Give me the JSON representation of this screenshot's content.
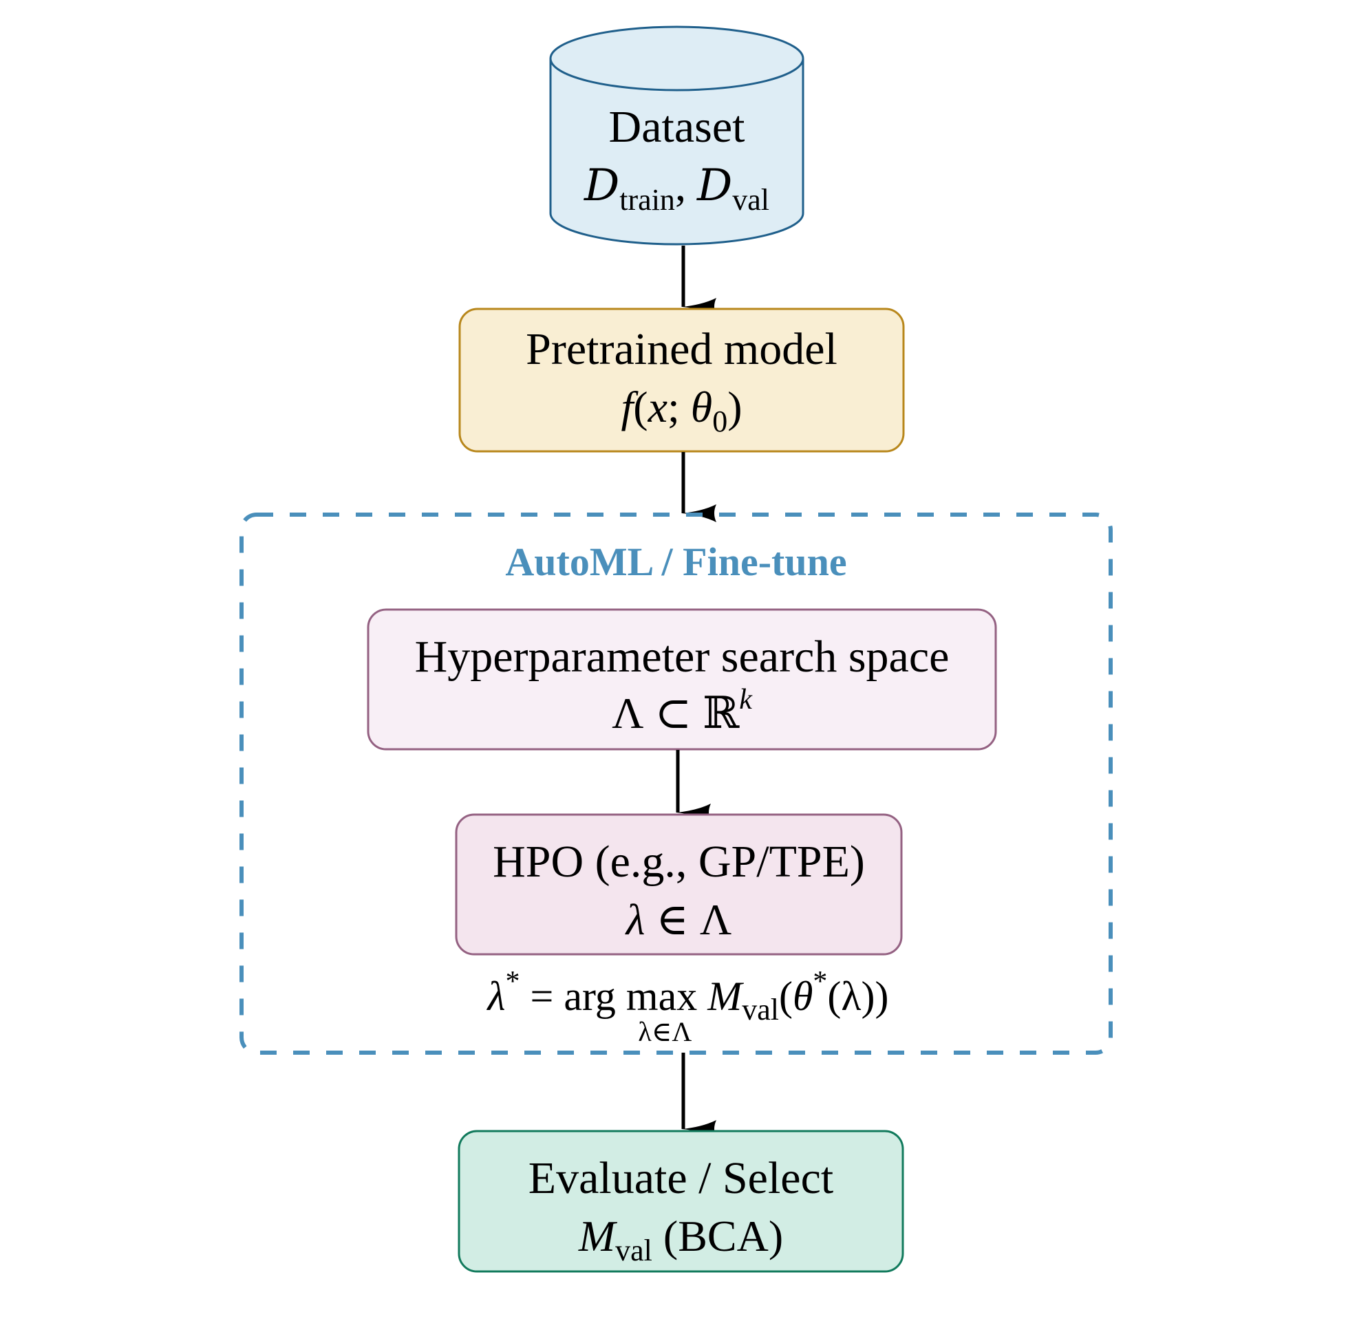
{
  "diagram": {
    "type": "flowchart",
    "direction": "top-to-bottom",
    "colors": {
      "dataset_fill": "#deedf5",
      "dataset_stroke": "#1f5f8b",
      "pretrained_fill": "#f9eed3",
      "pretrained_stroke": "#b8871b",
      "search_fill": "#f8eff6",
      "search_stroke": "#946182",
      "hpo_fill": "#f4e5ee",
      "hpo_stroke": "#946182",
      "evaluate_fill": "#d2ede4",
      "evaluate_stroke": "#117a5c",
      "group_stroke": "#4a8fbb",
      "group_title": "#4a8fbb",
      "arrow": "#000000"
    },
    "nodes": {
      "dataset": {
        "title": "Dataset",
        "math": {
          "d1": "D",
          "sub1": "train",
          "sep": ",",
          "d2": "D",
          "sub2": "val"
        }
      },
      "pretrained": {
        "title": "Pretrained model",
        "math": {
          "f": "f",
          "open": "(",
          "x": "x",
          "semi": ";",
          "theta": "θ",
          "sub": "0",
          "close": ")"
        }
      },
      "group": {
        "title": "AutoML / Fine-tune"
      },
      "search_space": {
        "title": "Hyperparameter search space",
        "math": {
          "lambda": "Λ",
          "subset": "⊂",
          "reals": "ℝ",
          "sup": "k"
        }
      },
      "hpo": {
        "title": "HPO (e.g., GP/TPE)",
        "math": {
          "lambda": "λ",
          "in": "∈",
          "Lambda": "Λ"
        }
      },
      "formula": {
        "lhs": "λ",
        "star": "*",
        "eq": "=",
        "op": "arg max",
        "under": "λ∈Λ",
        "M": "M",
        "M_sub": "val",
        "rest_open": "(",
        "theta": "θ",
        "theta_star": "*",
        "rest_close": "(λ))"
      },
      "evaluate": {
        "title": "Evaluate / Select",
        "math": {
          "M": "M",
          "sub": "val",
          "suffix": "(BCA)"
        }
      }
    },
    "edges": [
      {
        "from": "dataset",
        "to": "pretrained"
      },
      {
        "from": "pretrained",
        "to": "group"
      },
      {
        "from": "search_space",
        "to": "hpo"
      },
      {
        "from": "group",
        "to": "evaluate"
      }
    ]
  }
}
